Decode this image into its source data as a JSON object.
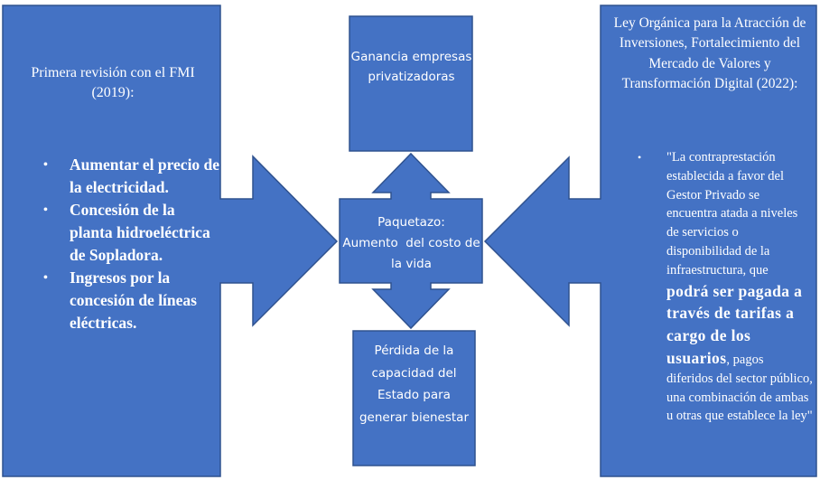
{
  "colors": {
    "shape_fill": "#4472C4",
    "shape_stroke": "#2F528F",
    "text": "#FFFFFF",
    "background": "#FFFFFF"
  },
  "left_panel": {
    "title": "Primera revisión con el FMI (2019):",
    "bullets": [
      "Aumentar el precio de la electricidad.",
      "Concesión de la planta hidroeléctrica de Sopladora.",
      "Ingresos por la concesión de líneas eléctricas."
    ]
  },
  "top_box": {
    "text": "Ganancia empresas privatizadoras"
  },
  "center_box": {
    "line1": "Paquetazo:",
    "line2": "Aumento  del costo de la vida"
  },
  "bottom_box": {
    "text": "Pérdida de la capacidad del Estado para generar bienestar"
  },
  "right_panel": {
    "title": "Ley Orgánica para la Atracción de Inversiones, Fortalecimiento del Mercado de Valores y Transformación Digital (2022):",
    "bullet": {
      "part1": "\"La contraprestación establecida a favor del Gestor Privado se encuentra atada a niveles de servicios o disponibilidad de la infraestructura, que ",
      "bold_part": "podrá ser pagada a través de tarifas a cargo de los usuarios",
      "part2": ", pagos diferidos del sector público, una combinación de ambas u otras que establece la ley\""
    }
  },
  "icons": {
    "bullet": "•"
  }
}
